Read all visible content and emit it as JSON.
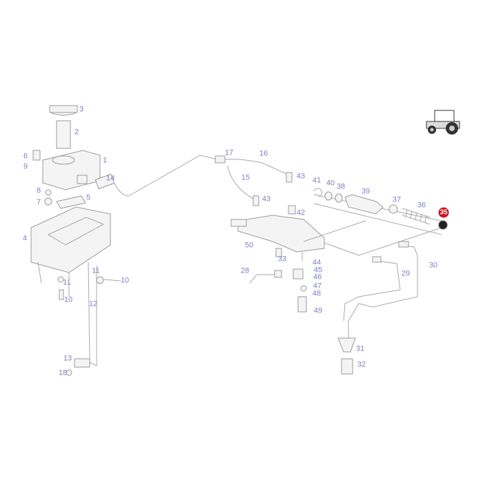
{
  "highlight_color": "#d0121b",
  "label_color": "#7b7fc4",
  "tractor_icon": "tractor-icon",
  "callouts": [
    "3",
    "2",
    "1",
    "6",
    "9",
    "8",
    "7",
    "14",
    "5",
    "4",
    "11",
    "11",
    "10",
    "10",
    "12",
    "13",
    "18",
    "17",
    "16",
    "15",
    "43",
    "43",
    "42",
    "41",
    "40",
    "38",
    "39",
    "37",
    "36",
    "35",
    "50",
    "33",
    "44",
    "45",
    "46",
    "47",
    "48",
    "49",
    "28",
    "29",
    "30",
    "31",
    "32"
  ],
  "highlighted_part": "35"
}
